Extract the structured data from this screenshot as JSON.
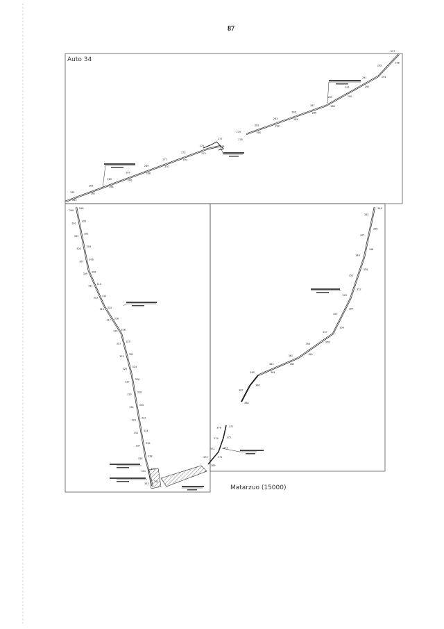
{
  "page_number": "87",
  "panel_title": "Auto 34",
  "caption": "Matarzuo (15000)",
  "colors": {
    "ink": "#222222",
    "frame": "#555555",
    "hatch": "#777777"
  },
  "station_labels": {
    "top_panel": [
      "260",
      "261",
      "262",
      "263",
      "264",
      "265",
      "266",
      "267",
      "268",
      "269",
      "270",
      "271",
      "272",
      "273",
      "274",
      "275",
      "276",
      "277",
      "278",
      "279",
      "280",
      "281",
      "282",
      "283",
      "284",
      "285",
      "286",
      "287",
      "288",
      "289",
      "290",
      "291",
      "292",
      "293",
      "294",
      "295",
      "296",
      "297"
    ],
    "left_panel": [
      "298",
      "299",
      "300",
      "301",
      "302",
      "303",
      "304",
      "305",
      "306",
      "307",
      "308",
      "309",
      "310",
      "311",
      "312",
      "313",
      "314",
      "315",
      "316",
      "317",
      "318",
      "319",
      "320",
      "321",
      "322",
      "323",
      "324",
      "325",
      "326",
      "327",
      "328",
      "329",
      "330",
      "331",
      "332",
      "333",
      "334",
      "335",
      "336",
      "337",
      "338",
      "339",
      "340",
      "341",
      "342",
      "343"
    ],
    "right_panel": [
      "344",
      "345",
      "346",
      "347",
      "348",
      "349",
      "350",
      "351",
      "352",
      "353",
      "354",
      "355",
      "356",
      "357",
      "358",
      "359",
      "360",
      "361",
      "362",
      "363",
      "364",
      "365",
      "366",
      "367",
      "368"
    ],
    "bottom_chain": [
      "369",
      "370",
      "371",
      "372",
      "373",
      "374",
      "375",
      "376",
      "377"
    ]
  }
}
